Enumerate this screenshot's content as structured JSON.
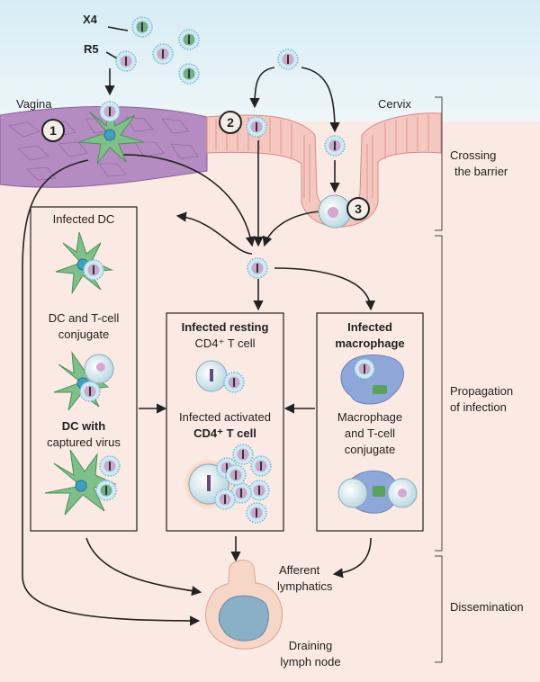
{
  "virus_labels": {
    "x4": "X4",
    "r5": "R5"
  },
  "regions": {
    "vagina": "Vagina",
    "cervix": "Cervix"
  },
  "steps": [
    "1",
    "2",
    "3"
  ],
  "stages": {
    "crossing": [
      "Crossing",
      "the barrier"
    ],
    "propagation": [
      "Propagation",
      "of infection"
    ],
    "dissemination": "Dissemination"
  },
  "dc_box": {
    "title": "Infected DC",
    "conjugate": [
      "DC and T-cell",
      "conjugate"
    ],
    "captured_bold": "DC with",
    "captured_rest": "captured virus"
  },
  "tcell_box": {
    "resting_bold": "Infected resting",
    "resting_rest": "CD4⁺ T cell",
    "activated_line1": "Infected activated",
    "activated_line2": "CD4⁺ T cell"
  },
  "macro_box": {
    "title": [
      "Infected",
      "macrophage"
    ],
    "conjugate": [
      "Macrophage",
      "and T-cell",
      "conjugate"
    ]
  },
  "lymph": {
    "afferent": [
      "Afferent",
      "lymphatics"
    ],
    "node": [
      "Draining",
      "lymph node"
    ]
  },
  "colors": {
    "virus": "#a8d8e8",
    "virus_core": "#c9a8cc",
    "dc": "#7fbf8a",
    "epithelium": "#b794c4",
    "macrophage": "#8ea6d8",
    "node": "#8ab0c8",
    "sky": "#dbeef6"
  }
}
